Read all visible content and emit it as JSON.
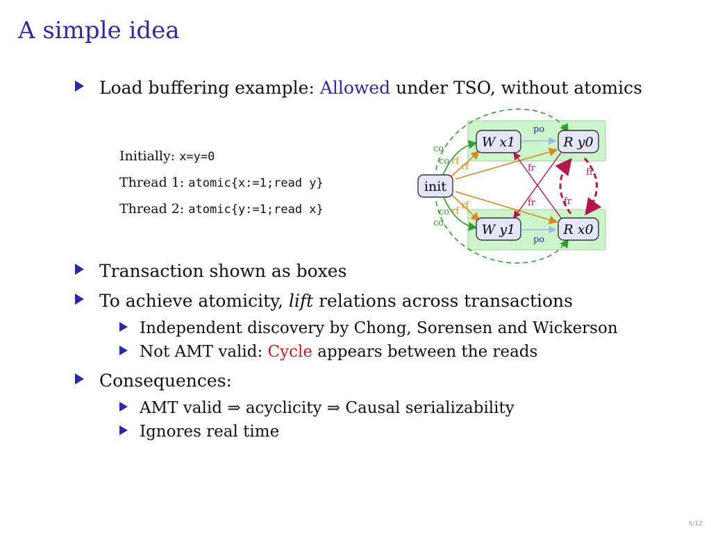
{
  "slide": {
    "title": "A simple idea",
    "page": "6/12"
  },
  "bullets": {
    "b1": {
      "pre": "Load buffering example: ",
      "highlight": "Allowed",
      "post": " under TSO, without atomics"
    },
    "b2": {
      "text": "Transaction shown as boxes"
    },
    "b3": {
      "pre": "To achieve atomicity, ",
      "italic": "lift",
      "post": " relations across transactions"
    },
    "b3a": {
      "text": "Independent discovery by Chong, Sorensen and Wickerson"
    },
    "b3b": {
      "pre": "Not AMT valid: ",
      "highlight": "Cycle",
      "post": " appears between the reads"
    },
    "b4": {
      "text": "Consequences:"
    },
    "b4a": {
      "text": "AMT valid ⇒ acyclicity ⇒ Causal serializability"
    },
    "b4b": {
      "text": "Ignores real time"
    }
  },
  "code": {
    "init_label": "Initially: ",
    "init_code": "x=y=0",
    "t1_label": "Thread 1: ",
    "t1_code": "atomic{x:=1;read y}",
    "t2_label": "Thread 2: ",
    "t2_code": "atomic{y:=1;read x}"
  },
  "diagram": {
    "nodes": {
      "init": "init",
      "wx1": "W x1",
      "ry0": "R y0",
      "wy1": "W y1",
      "rx0": "R x0"
    },
    "labels": {
      "po": "po",
      "co": "co",
      "rf": "rf",
      "fr": "fr"
    },
    "colors": {
      "green": "#2e9e2e",
      "orange": "#d98a1c",
      "crimson": "#b5164a",
      "box_fill": "#ccf5cc",
      "node_fill": "#e6e6fa",
      "accent": "#2b2b9e"
    }
  }
}
